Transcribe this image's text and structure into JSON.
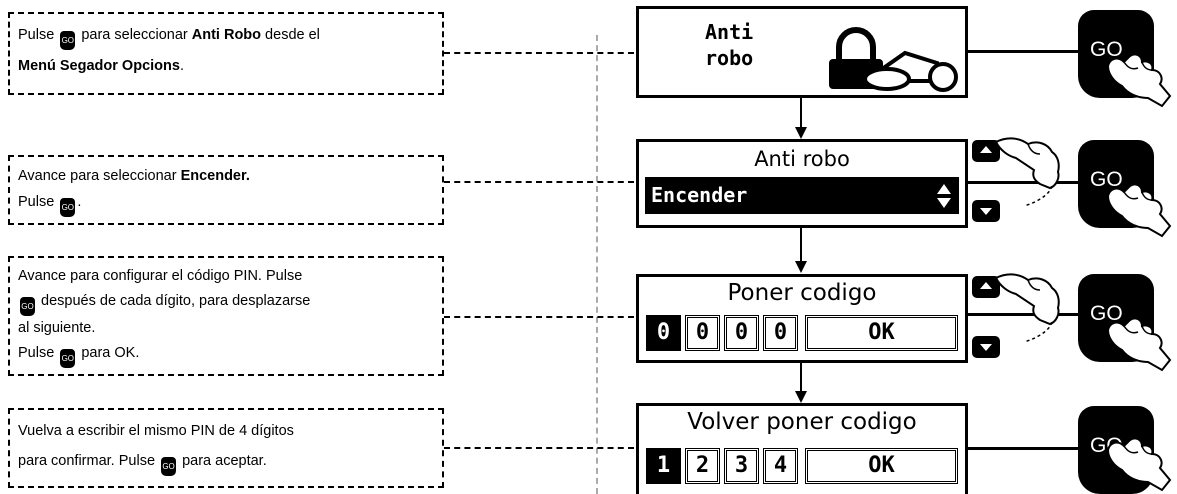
{
  "steps": [
    {
      "lines": [
        {
          "pre": "Pulse ",
          "go": "GO",
          "mid": " para seleccionar ",
          "bold": "Anti Robo",
          "post": " desde el"
        },
        {
          "bold": "Menú Segador Opcions",
          "post": "."
        }
      ],
      "screen": {
        "line1": "Anti",
        "line2": "robo"
      }
    },
    {
      "lines": [
        {
          "pre": "Avance para seleccionar ",
          "bold": "Encender."
        },
        {
          "pre": "Pulse ",
          "go": "GO",
          "post": "."
        }
      ],
      "screen": {
        "title": "Anti robo",
        "selected": "Encender"
      }
    },
    {
      "lines": [
        {
          "pre": "Avance para configurar el código PIN. Pulse"
        },
        {
          "go": "GO",
          "post": " después de cada dígito, para desplazarse"
        },
        {
          "pre": "al siguiente."
        },
        {
          "pre": "Pulse ",
          "go": "GO",
          "post": " para OK."
        }
      ],
      "screen": {
        "title": "Poner codigo",
        "digits": [
          "0",
          "0",
          "0",
          "0"
        ],
        "ok": "OK"
      }
    },
    {
      "lines": [
        {
          "pre": "Vuelva a escribir el mismo PIN de 4 dígitos"
        },
        {
          "pre": "para confirmar. Pulse ",
          "go": "GO",
          "post": " para aceptar."
        }
      ],
      "screen": {
        "title": "Volver poner codigo",
        "digits": [
          "1",
          "2",
          "3",
          "4"
        ],
        "ok": "OK"
      }
    }
  ],
  "go_button_label": "GO"
}
